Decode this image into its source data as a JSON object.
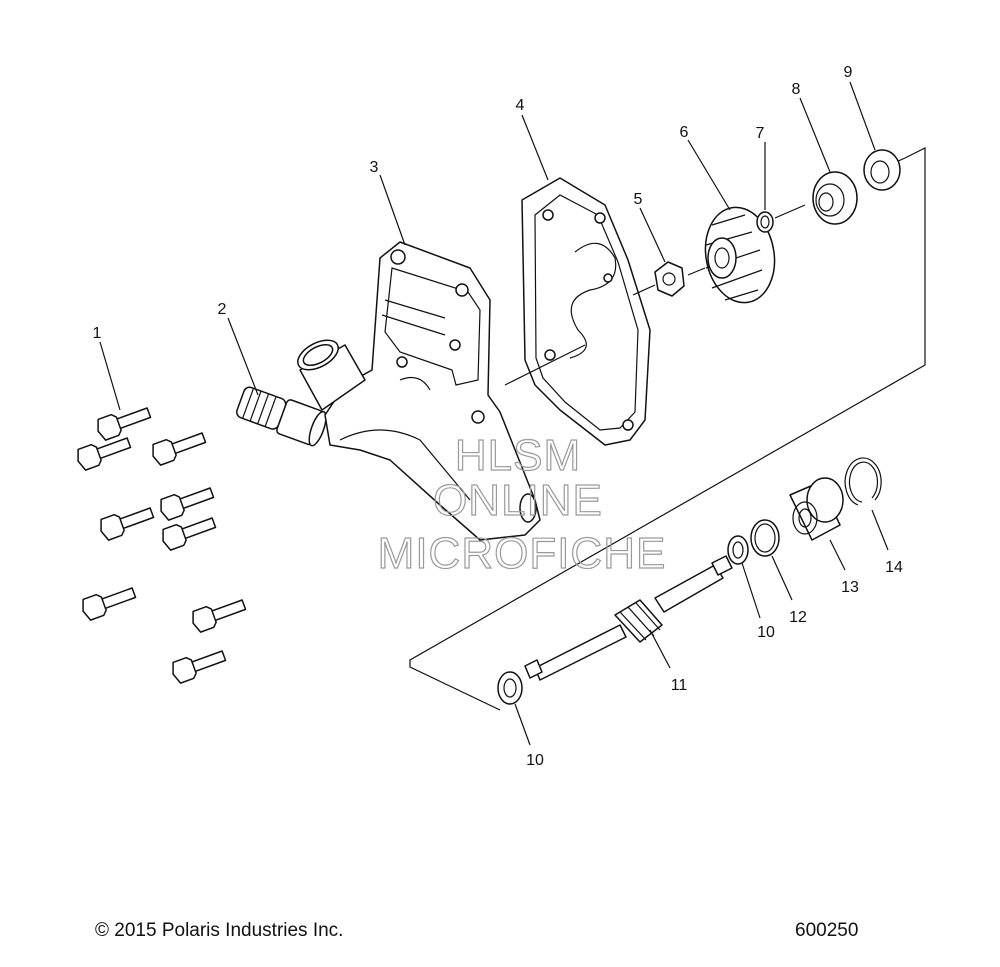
{
  "callouts": {
    "c1": "1",
    "c2": "2",
    "c3": "3",
    "c4": "4",
    "c5": "5",
    "c6": "6",
    "c7": "7",
    "c8": "8",
    "c9": "9",
    "c10a": "10",
    "c10b": "10",
    "c11": "11",
    "c12": "12",
    "c13": "13",
    "c14": "14"
  },
  "watermark": {
    "line1": "HLSM",
    "line2": "ONLINE",
    "line3": "MICROFICHE"
  },
  "footer": {
    "copyright": "© 2015 Polaris Industries Inc.",
    "figure_number": "600250"
  }
}
